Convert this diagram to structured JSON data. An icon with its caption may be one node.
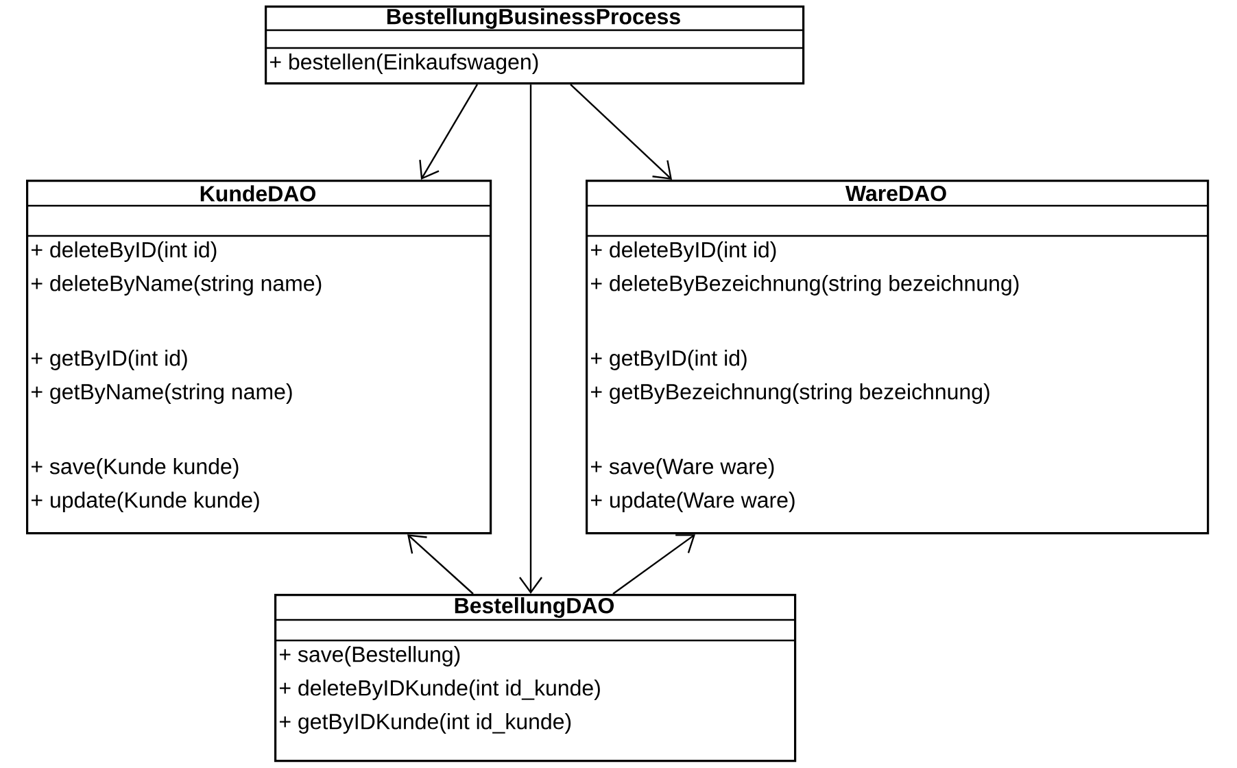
{
  "diagram": {
    "nodes": [
      {
        "text": [
          "BestellungBusinessProcess",
          "+ bestellen(Einkaufswagen)"
        ]
      },
      {
        "text": [
          "KundeDAO",
          "+ deleteByID(int id)",
          "+ deleteByName(string name)",
          "+ getByID(int id)",
          "+ getByName(string name)",
          "+ save(Kunde kunde)",
          "+ update(Kunde kunde)"
        ]
      },
      {
        "text": [
          "WareDAO",
          "+ deleteByID(int id)",
          "+ deleteByBezeichnung(string bezeichnung)",
          "+ getByID(int id)",
          "+ getByBezeichnung(string bezeichnung)",
          "+ save(Ware ware)",
          "+ update(Ware ware)"
        ]
      },
      {
        "text": [
          "BestellungDAO",
          "+ save(Bestellung)",
          "+ deleteByIDKunde(int id_kunde)",
          "+ getByIDKunde(int id_kunde)"
        ]
      }
    ],
    "edges": [
      {
        "from": 0,
        "to": 1,
        "arrow": "to"
      },
      {
        "from": 0,
        "to": 2,
        "arrow": "to"
      },
      {
        "from": 0,
        "to": 3,
        "arrow": "to"
      },
      {
        "from": 3,
        "to": 1,
        "arrow": "to"
      },
      {
        "from": 3,
        "to": 2,
        "arrow": "to"
      }
    ]
  }
}
